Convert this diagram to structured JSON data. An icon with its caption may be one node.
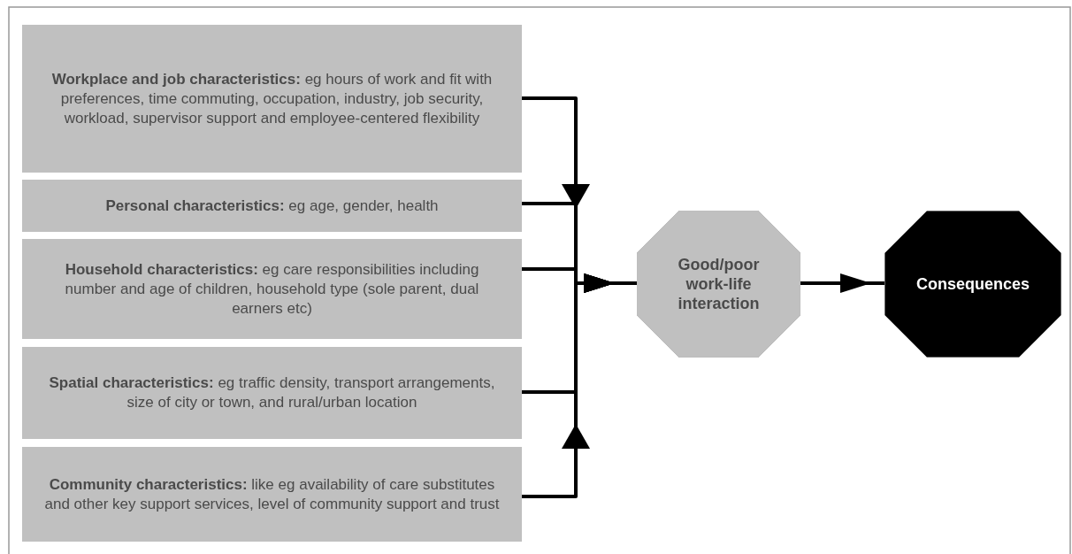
{
  "diagram": {
    "nodes": [
      {
        "text": [
          "**Workplace and job characteristics:** eg hours of work and fit with preferences, time commuting, occupation, industry, job security, workload, supervisor support and employee-centered flexibility"
        ]
      },
      {
        "text": [
          "**Personal characteristics:** eg age, gender, health"
        ]
      },
      {
        "text": [
          "**Household characteristics:** eg care responsibilities including number and age of children, household type (sole parent, dual earners etc)"
        ]
      },
      {
        "text": [
          "**Spatial characteristics:** eg traffic density, transport arrangements, size of city or town, and rural/urban location"
        ]
      },
      {
        "text": [
          "**Community characteristics:** like eg availability of care substitutes and other key support services, level of community support and trust"
        ]
      },
      {
        "text": [
          "Good/poor work-life interaction"
        ]
      },
      {
        "text": [
          "Consequences"
        ]
      }
    ],
    "edges": [
      {
        "from": 0,
        "to": 5,
        "arrow": "to"
      },
      {
        "from": 1,
        "to": 5,
        "arrow": "to"
      },
      {
        "from": 2,
        "to": 5,
        "arrow": "to"
      },
      {
        "from": 3,
        "to": 5,
        "arrow": "to"
      },
      {
        "from": 4,
        "to": 5,
        "arrow": "to"
      },
      {
        "from": 5,
        "to": 6,
        "arrow": "to"
      }
    ]
  }
}
